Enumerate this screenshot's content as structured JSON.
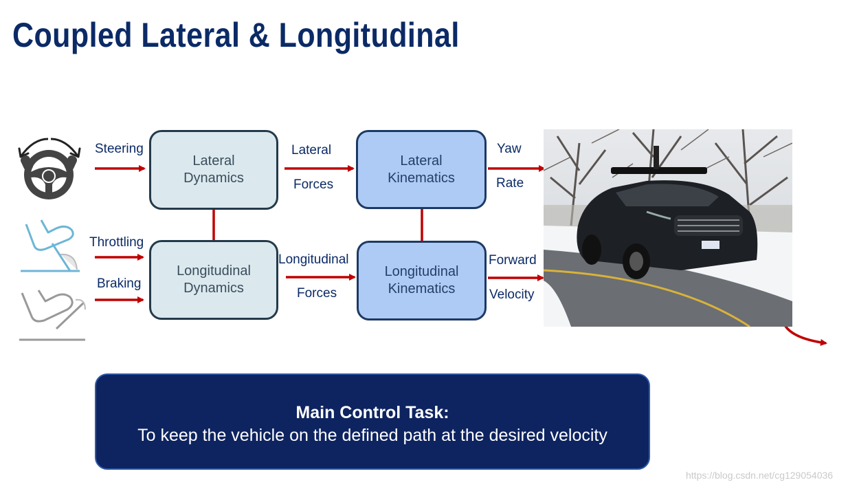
{
  "title": "Coupled Lateral & Longitudinal",
  "blocks": {
    "lateral_dynamics": "Lateral\nDynamics",
    "longitudinal_dynamics": "Longitudinal\nDynamics",
    "lateral_kinematics": "Lateral\nKinematics",
    "longitudinal_kinematics": "Longitudinal\nKinematics"
  },
  "inputs": {
    "steering": "Steering",
    "throttling": "Throttling",
    "braking": "Braking"
  },
  "signals": {
    "lateral": "Lateral",
    "lateral_forces": "Forces",
    "longitudinal": "Longitudinal",
    "longitudinal_forces": "Forces",
    "yaw": "Yaw",
    "rate": "Rate",
    "forward": "Forward",
    "velocity": "Velocity"
  },
  "task": {
    "title": "Main Control Task:",
    "text": "To keep the vehicle on the defined path at the desired velocity"
  },
  "watermark": "https://blog.csdn.net/cg129054036",
  "colors": {
    "title": "#0b2a66",
    "arrow": "#c00000",
    "dynamics_fill": "#dbe9ee",
    "kinematics_fill": "#aecbf6",
    "task_fill": "#0e2460"
  },
  "icons": [
    "steering-wheel-icon",
    "throttle-pedal-icon",
    "brake-pedal-icon",
    "autonomous-car-photo"
  ]
}
